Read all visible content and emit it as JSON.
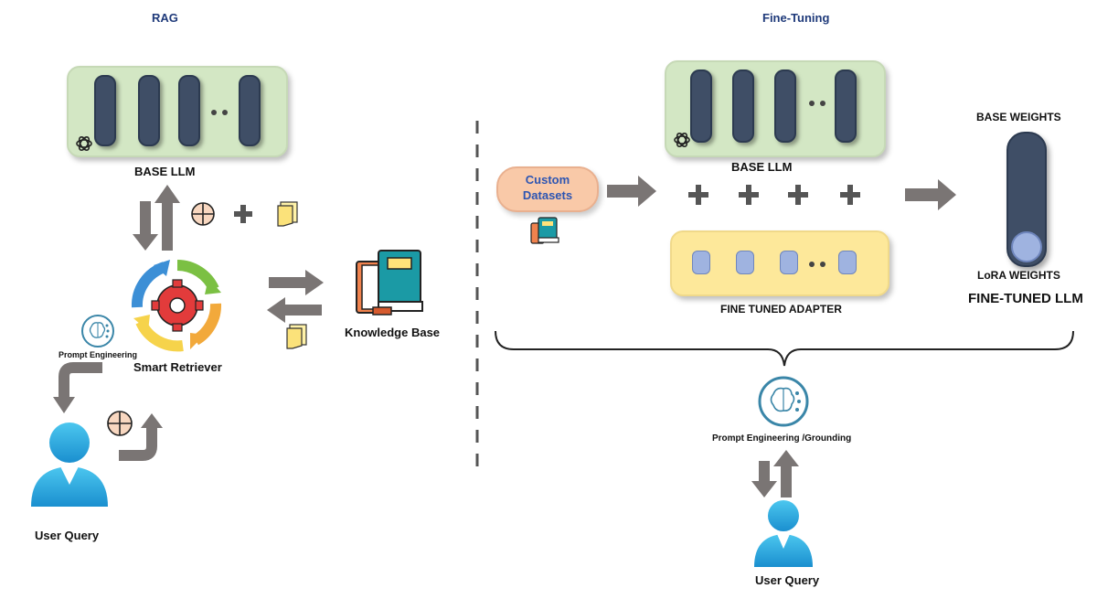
{
  "rag": {
    "title": "RAG",
    "base_llm": "BASE LLM",
    "prompt_engineering": "Prompt Engineering",
    "smart_retriever": "Smart Retriever",
    "knowledge_base": "Knowledge Base",
    "user_query": "User Query"
  },
  "fine_tuning": {
    "title": "Fine-Tuning",
    "custom_datasets_line1": "Custom",
    "custom_datasets_line2": "Datasets",
    "base_llm": "BASE LLM",
    "fine_tuned_adapter": "FINE TUNED ADAPTER",
    "base_weights": "BASE WEIGHTS",
    "lora_weights": "LoRA WEIGHTS",
    "fine_tuned_llm": "FINE-TUNED LLM",
    "prompt_engineering_grounding": "Prompt Engineering /Grounding",
    "user_query": "User Query"
  },
  "colors": {
    "title_blue": "#1f3a7a",
    "llm_box_green": "#d3e7c4",
    "adapter_box_yellow": "#fde89a",
    "pill_navy": "#3f4e66",
    "arrow_gray": "#7a7574",
    "custom_datasets_peach": "#f9c9a8",
    "user_icon_blue": "#2ba6d9"
  },
  "icons": [
    "openai-logo-icon",
    "plus-circle-icon",
    "plus-icon",
    "document-icon",
    "gear-cycle-icon",
    "books-icon",
    "brain-circuit-icon",
    "user-icon",
    "database-cylinder-icon"
  ]
}
